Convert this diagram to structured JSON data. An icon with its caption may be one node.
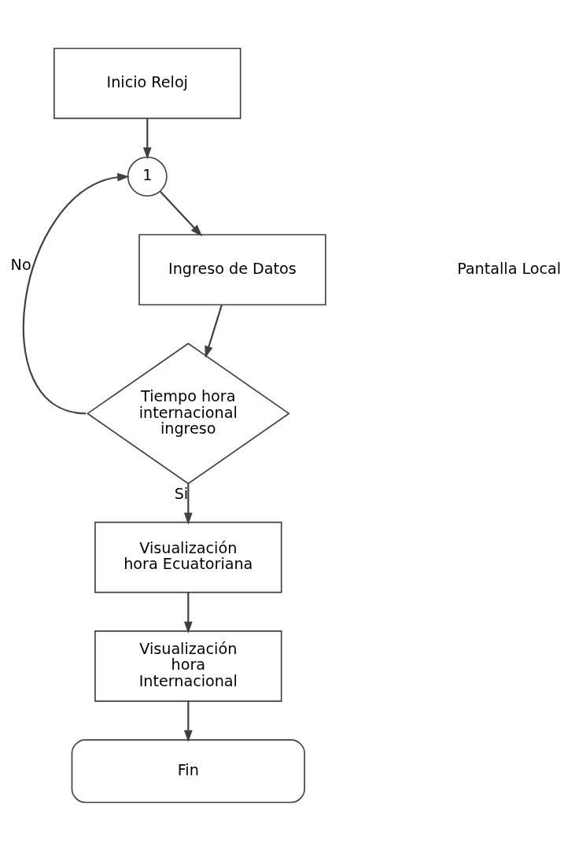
{
  "diagram": {
    "nodes": [
      {
        "text": [
          "Inicio Reloj"
        ]
      },
      {
        "text": [
          "1"
        ]
      },
      {
        "text": [
          "Ingreso de Datos"
        ]
      },
      {
        "text": [
          "Tiempo hora internacional ingreso"
        ]
      },
      {
        "text": [
          "Visualización hora Ecuatoriana"
        ]
      },
      {
        "text": [
          "Visualización hora Internacional"
        ]
      },
      {
        "text": [
          "Fin"
        ]
      }
    ],
    "edges": [
      {
        "from": 0,
        "to": 1,
        "arrow": "to"
      },
      {
        "from": 1,
        "to": 2,
        "arrow": "to"
      },
      {
        "from": 2,
        "to": 3,
        "arrow": "to"
      },
      {
        "from": 3,
        "to": 1,
        "arrow": "to",
        "label": "No"
      },
      {
        "from": 3,
        "to": 4,
        "arrow": "to",
        "label": "Si"
      },
      {
        "from": 4,
        "to": 5,
        "arrow": "to"
      },
      {
        "from": 5,
        "to": 6,
        "arrow": "to"
      }
    ],
    "labels": [
      "Pantalla Local"
    ]
  }
}
